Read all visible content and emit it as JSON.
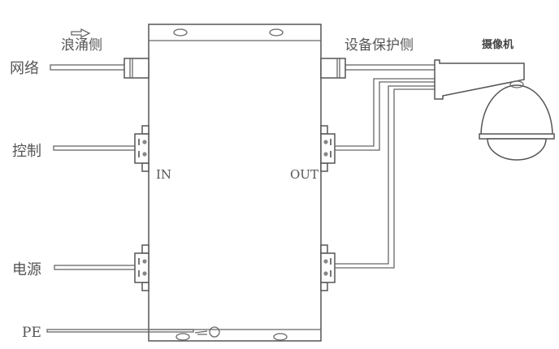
{
  "labels": {
    "surge_side": "浪涌侧",
    "protected_side": "设备保护侧",
    "camera": "摄像机",
    "network": "网络",
    "control": "控制",
    "power": "电源",
    "pe": "PE",
    "in": "IN",
    "out": "OUT"
  },
  "colors": {
    "line": "#666666",
    "text": "#555555"
  }
}
